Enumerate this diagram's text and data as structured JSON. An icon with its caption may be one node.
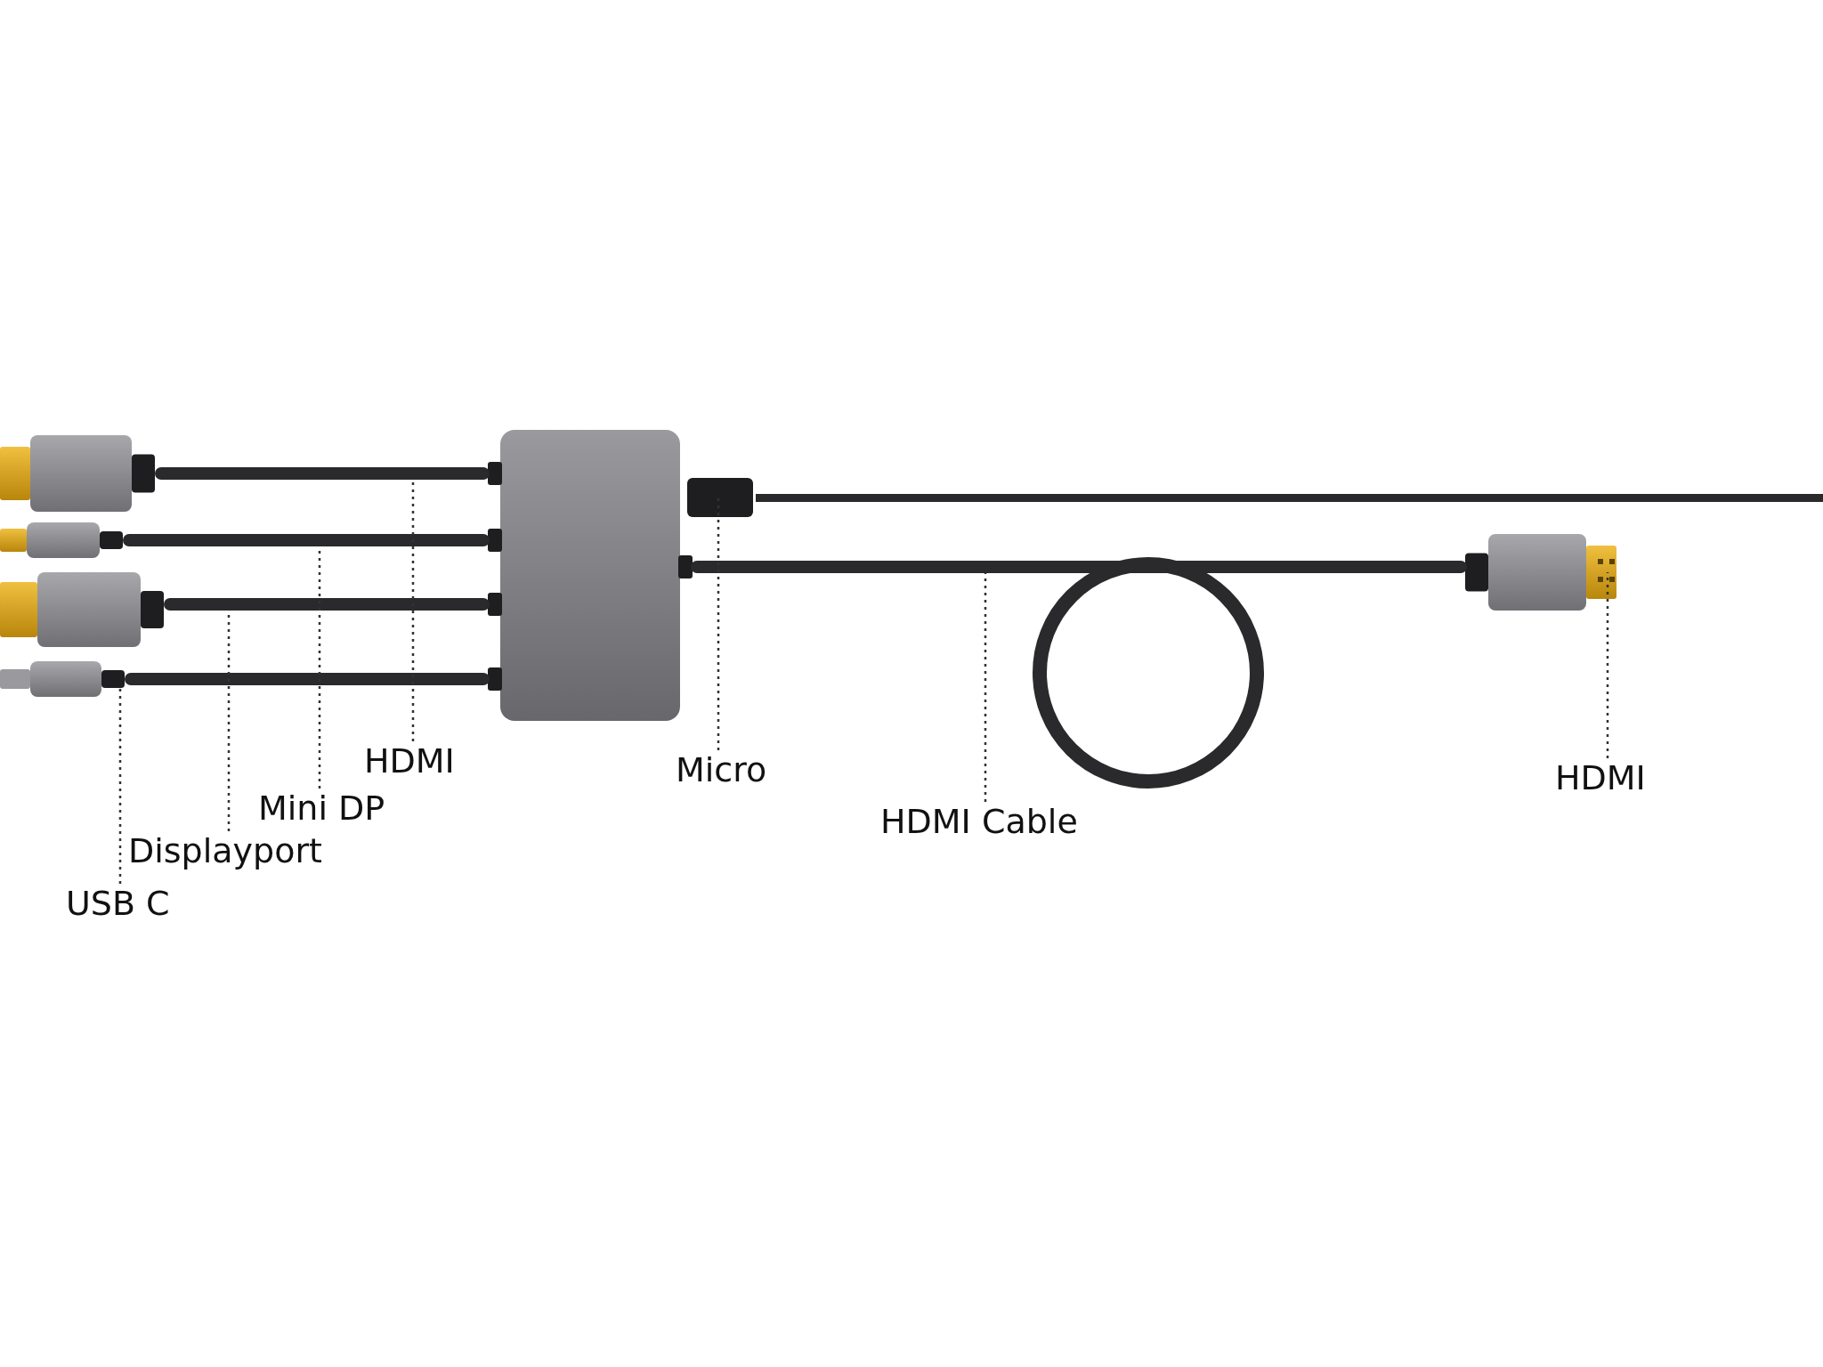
{
  "diagram": {
    "nodes": [
      {
        "text": [
          "HDMI"
        ]
      },
      {
        "text": [
          "Mini DP"
        ]
      },
      {
        "text": [
          "Displayport"
        ]
      },
      {
        "text": [
          "USB C"
        ]
      },
      {
        "text": [
          "Micro"
        ]
      },
      {
        "text": [
          "HDMI Cable"
        ]
      },
      {
        "text": [
          "HDMI"
        ]
      },
      {
        "text": [],
        "shape": "bar"
      },
      {
        "text": [],
        "shape": "bar"
      },
      {
        "text": [],
        "shape": "bar"
      },
      {
        "text": [],
        "shape": "bar"
      },
      {
        "text": [],
        "shape": "picture"
      },
      {
        "text": [],
        "shape": "bar"
      },
      {
        "text": [],
        "shape": "picture"
      }
    ],
    "edges": [
      {
        "from": 0,
        "to": 7,
        "arrow": "none",
        "style": "dashed"
      },
      {
        "from": 1,
        "to": 8,
        "arrow": "none",
        "style": "dashed"
      },
      {
        "from": 2,
        "to": 9,
        "arrow": "none",
        "style": "dashed"
      },
      {
        "from": 3,
        "to": 10,
        "arrow": "none",
        "style": "dashed"
      },
      {
        "from": 4,
        "to": 11,
        "arrow": "none",
        "style": "dashed"
      },
      {
        "from": 5,
        "to": 12,
        "arrow": "none",
        "style": "dashed"
      },
      {
        "from": 6,
        "to": 13,
        "arrow": "none",
        "style": "dashed"
      }
    ]
  }
}
